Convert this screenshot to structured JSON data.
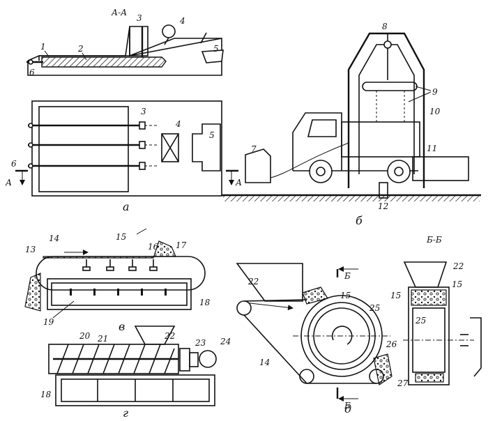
{
  "section_labels": {
    "aa": "А-А",
    "bb": "Б-Б",
    "cut_a_left": "А",
    "cut_a_right": "А",
    "cut_b_top": "Б",
    "cut_b_bottom": "Б"
  },
  "captions": {
    "a": "а",
    "b": "б",
    "v": "в",
    "g": "г",
    "d": "д"
  },
  "callouts": {
    "n1": "1",
    "n2": "2",
    "n3a": "3",
    "n4a": "4",
    "n5a": "5",
    "n6a": "6",
    "n3b": "3",
    "n4b": "4",
    "n5b": "5",
    "n6b": "6",
    "n7": "7",
    "n8": "8",
    "n9": "9",
    "n10": "10",
    "n11": "11",
    "n12": "12",
    "n13": "13",
    "n14a": "14",
    "n15a": "15",
    "n16": "16",
    "n17": "17",
    "n18a": "18",
    "n19": "19",
    "n20": "20",
    "n21": "21",
    "n22a": "22",
    "n23": "23",
    "n24": "24",
    "n18b": "18",
    "n22b": "22",
    "n15b": "15",
    "n25a": "25",
    "n14b": "14",
    "n26": "26",
    "n27": "27",
    "n22c": "22",
    "n15c": "15",
    "n15d": "15",
    "n25b": "25"
  }
}
